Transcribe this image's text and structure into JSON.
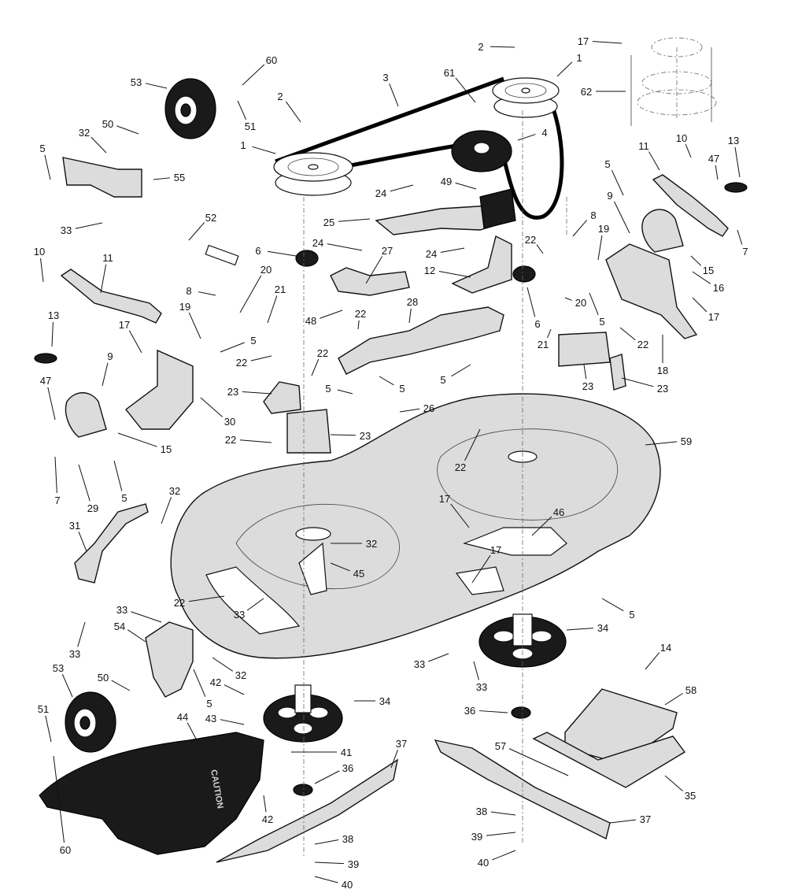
{
  "diagram": {
    "callouts": [
      "1",
      "2",
      "3",
      "4",
      "5",
      "6",
      "7",
      "8",
      "9",
      "10",
      "11",
      "12",
      "13",
      "14",
      "15",
      "16",
      "17",
      "18",
      "19",
      "20",
      "21",
      "22",
      "23",
      "24",
      "25",
      "26",
      "27",
      "28",
      "29",
      "30",
      "31",
      "32",
      "33",
      "34",
      "35",
      "36",
      "37",
      "38",
      "39",
      "40",
      "41",
      "42",
      "43",
      "44",
      "45",
      "46",
      "47",
      "48",
      "49",
      "50",
      "51",
      "52",
      "53",
      "54",
      "55",
      "57",
      "58",
      "59",
      "60",
      "61",
      "62"
    ],
    "guard_caption": "CAUTION",
    "colors": {
      "ink": "#111111",
      "shade": "#dcdcdc",
      "dark_part": "#1a1a1a",
      "background": "#ffffff"
    }
  }
}
